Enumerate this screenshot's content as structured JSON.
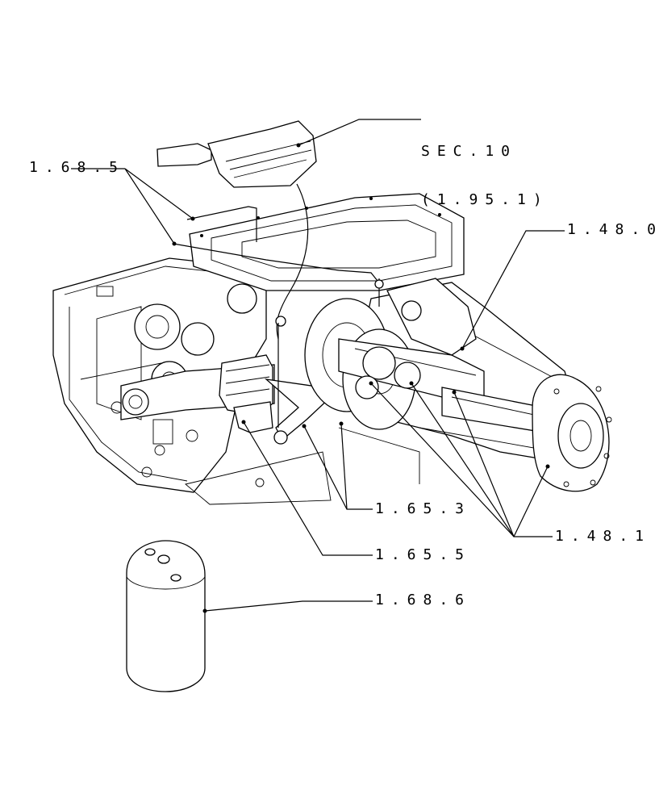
{
  "callouts": {
    "sec10_line1": "SEC.10",
    "sec10_line2": "(1.95.1)",
    "c_1_68_5": "1.68.5",
    "c_1_48_0": "1.48.0",
    "c_1_65_3": "1.65.3",
    "c_1_48_1": "1.48.1",
    "c_1_65_5": "1.65.5",
    "c_1_68_6": "1.68.6"
  }
}
